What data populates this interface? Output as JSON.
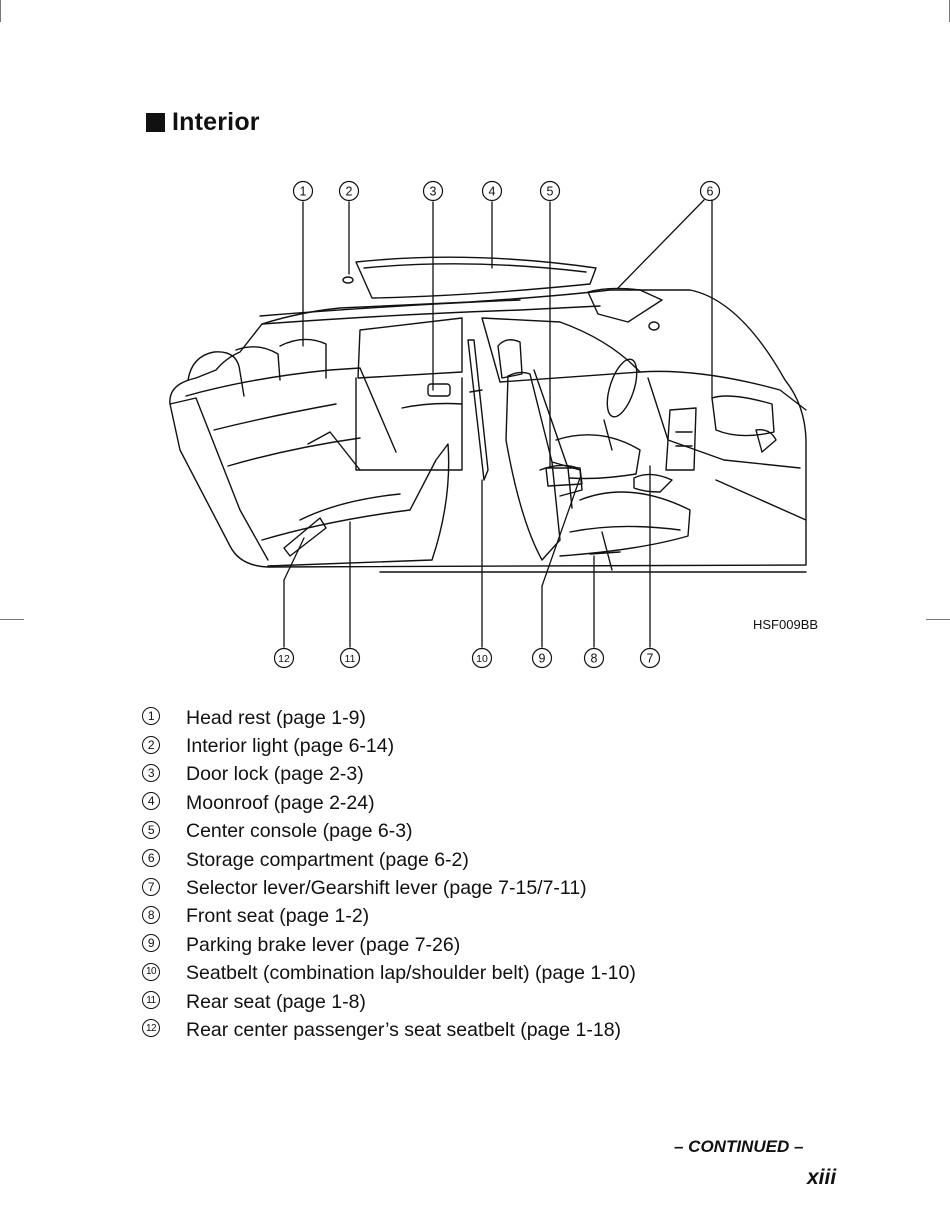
{
  "section": {
    "title": "Interior"
  },
  "figure": {
    "code": "HSF009BB",
    "callouts": [
      "1",
      "2",
      "3",
      "4",
      "5",
      "6",
      "7",
      "8",
      "9",
      "10",
      "11",
      "12"
    ]
  },
  "legend": [
    {
      "num": "1",
      "text": "Head rest (page 1-9)"
    },
    {
      "num": "2",
      "text": "Interior light (page 6-14)"
    },
    {
      "num": "3",
      "text": "Door lock (page 2-3)"
    },
    {
      "num": "4",
      "text": "Moonroof (page 2-24)"
    },
    {
      "num": "5",
      "text": "Center console (page 6-3)"
    },
    {
      "num": "6",
      "text": "Storage compartment (page 6-2)"
    },
    {
      "num": "7",
      "text": "Selector lever/Gearshift lever (page 7-15/7-11)"
    },
    {
      "num": "8",
      "text": "Front seat (page 1-2)"
    },
    {
      "num": "9",
      "text": "Parking brake lever (page 7-26)"
    },
    {
      "num": "10",
      "text": "Seatbelt (combination lap/shoulder belt) (page 1-10)"
    },
    {
      "num": "11",
      "text": "Rear seat (page 1-8)"
    },
    {
      "num": "12",
      "text": "Rear center passenger’s seat seatbelt (page 1-18)"
    }
  ],
  "footer": {
    "continued": "– CONTINUED –",
    "page_number": "xiii"
  }
}
